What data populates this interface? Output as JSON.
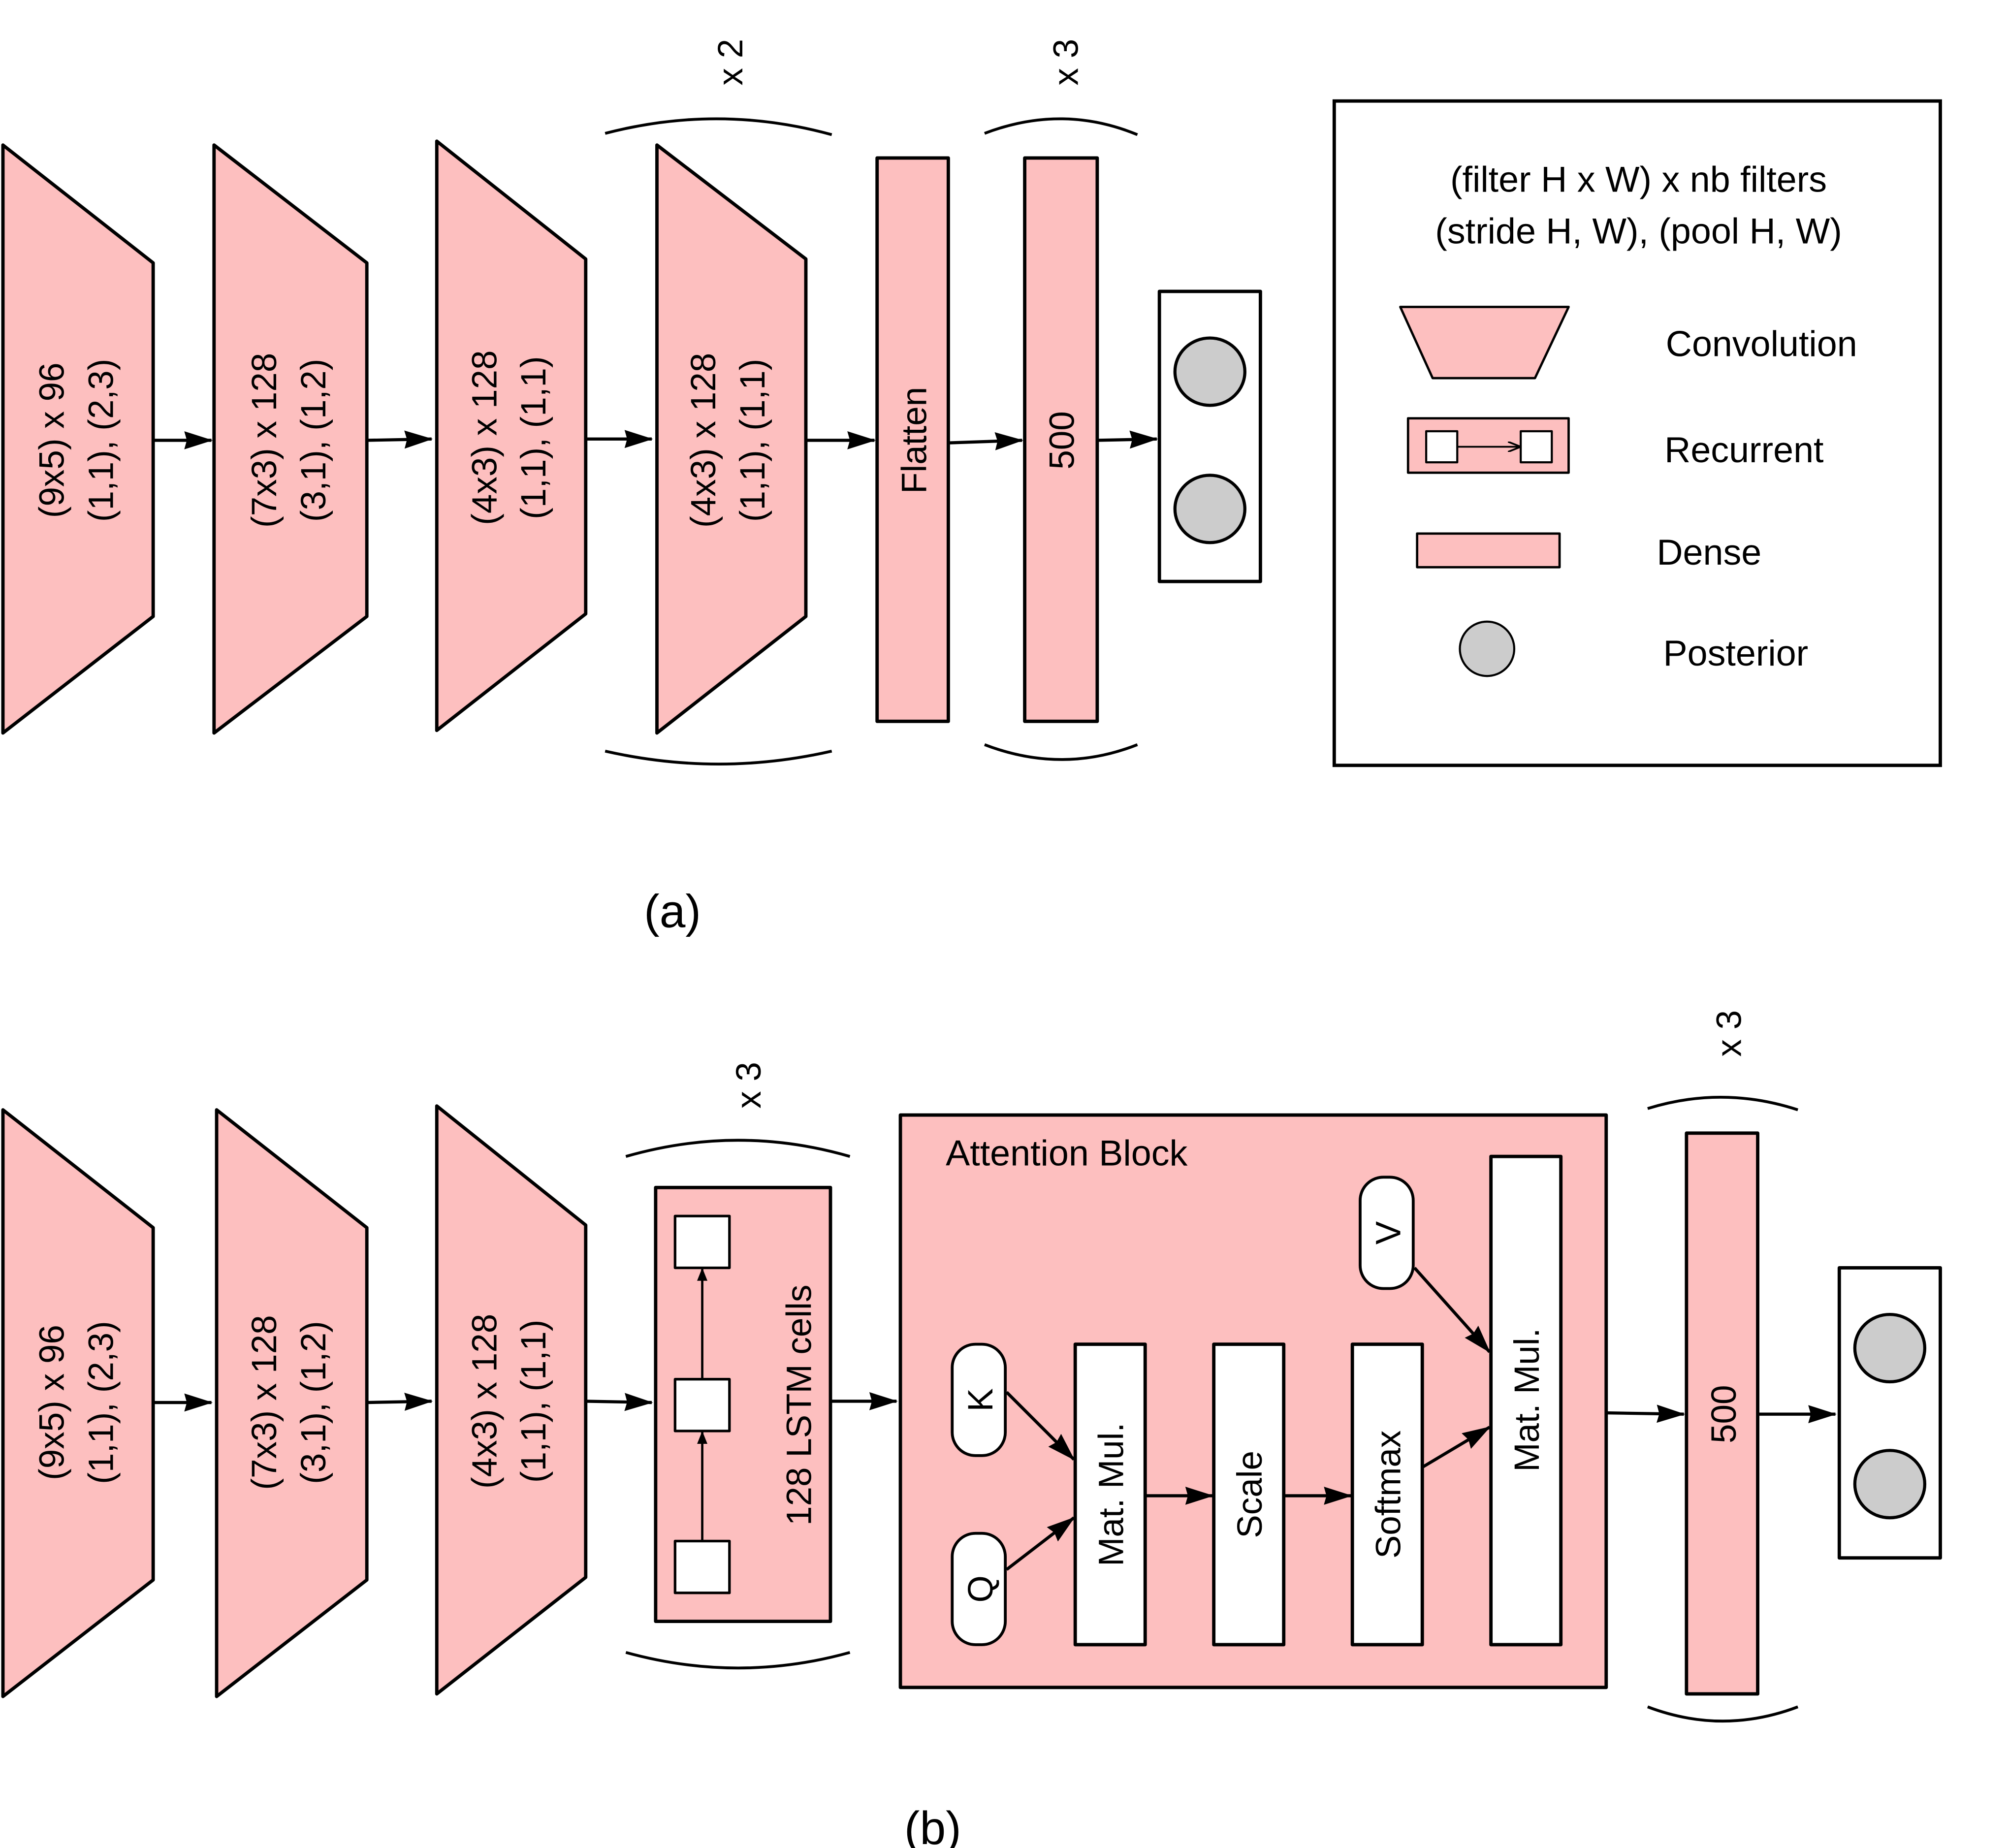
{
  "figure": {
    "caption_a": "(a)",
    "caption_b": "(b)"
  },
  "legend": {
    "header_line1": "(filter H x W) x  nb filters",
    "header_line2": "(stride H, W), (pool H, W)",
    "items": [
      {
        "icon": "convolution-trapezoid-icon",
        "label": "Convolution"
      },
      {
        "icon": "recurrent-block-icon",
        "label": "Recurrent"
      },
      {
        "icon": "dense-rectangle-icon",
        "label": "Dense"
      },
      {
        "icon": "posterior-circle-icon",
        "label": "Posterior"
      }
    ]
  },
  "panel_a": {
    "conv_layers": [
      {
        "line1": "(9x5) x 96",
        "line2": "(1,1), (2,3)"
      },
      {
        "line1": "(7x3) x 128",
        "line2": "(3,1), (1,2)"
      },
      {
        "line1": "(4x3) x 128",
        "line2": "(1,1), (1,1)"
      },
      {
        "line1": "(4x3) x 128",
        "line2": "(1,1), (1,1)"
      }
    ],
    "conv_repeat": "x 2",
    "flatten_label": "Flatten",
    "dense_label": "500",
    "dense_repeat": "x 3",
    "posterior_count": 2
  },
  "panel_b": {
    "conv_layers": [
      {
        "line1": "(9x5) x 96",
        "line2": "(1,1), (2,3)"
      },
      {
        "line1": "(7x3) x 128",
        "line2": "(3,1), (1,2)"
      },
      {
        "line1": "(4x3) x 128",
        "line2": "(1,1), (1,1)"
      }
    ],
    "lstm_label": "128 LSTM cells",
    "lstm_repeat": "x 3",
    "attention": {
      "title": "Attention Block",
      "inputs": [
        "K",
        "Q",
        "V"
      ],
      "matmul1": "Mat. Mul.",
      "scale": "Scale",
      "softmax": "Softmax",
      "matmul2": "Mat. Mul."
    },
    "dense_label": "500",
    "dense_repeat": "x 3",
    "posterior_count": 2
  },
  "colors": {
    "layer_fill": "#fdbfbf",
    "posterior_fill": "#cccccc",
    "stroke": "#000000"
  }
}
